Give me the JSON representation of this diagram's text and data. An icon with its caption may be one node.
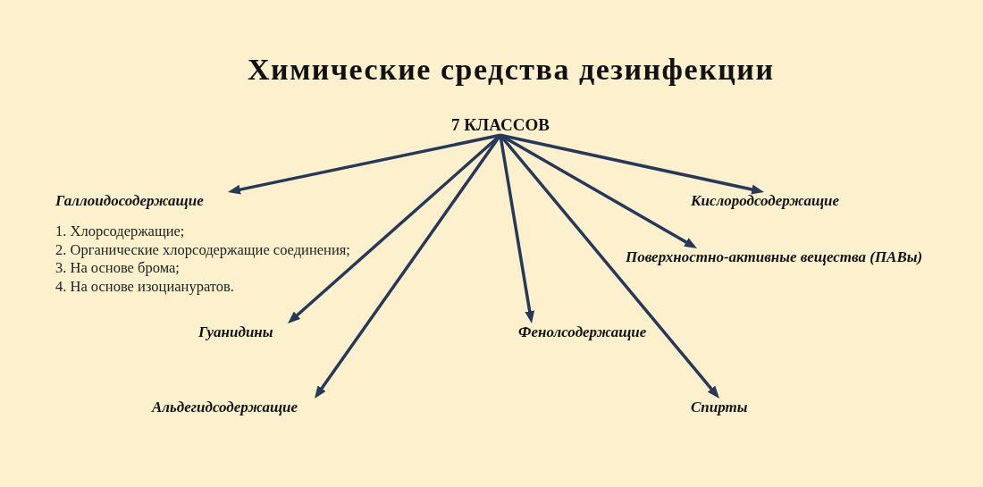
{
  "diagram": {
    "title": "Химические средства дезинфекции",
    "nodes": [
      {
        "text": [
          "7 КЛАССОВ"
        ]
      },
      {
        "text": [
          "Галлоидосодержащие"
        ],
        "beside": [
          "1. Хлорсодержащие;",
          "2. Органические хлорсодержащие соединения;",
          "3. На основе брома;",
          "4. На основе изоциануратов."
        ]
      },
      {
        "text": [
          "Кислородсодержащие"
        ]
      },
      {
        "text": [
          "Поверхностно-активные вещества (ПАВы)"
        ]
      },
      {
        "text": [
          "Гуанидины"
        ]
      },
      {
        "text": [
          "Фенолсодержащие"
        ]
      },
      {
        "text": [
          "Альдегидсодержащие"
        ]
      },
      {
        "text": [
          "Спирты"
        ]
      }
    ],
    "edges": [
      {
        "from": 0,
        "to": 1,
        "arrow": "to"
      },
      {
        "from": 0,
        "to": 2,
        "arrow": "to"
      },
      {
        "from": 0,
        "to": 3,
        "arrow": "to"
      },
      {
        "from": 0,
        "to": 4,
        "arrow": "to"
      },
      {
        "from": 0,
        "to": 5,
        "arrow": "to"
      },
      {
        "from": 0,
        "to": 6,
        "arrow": "to"
      },
      {
        "from": 0,
        "to": 7,
        "arrow": "to"
      }
    ]
  }
}
